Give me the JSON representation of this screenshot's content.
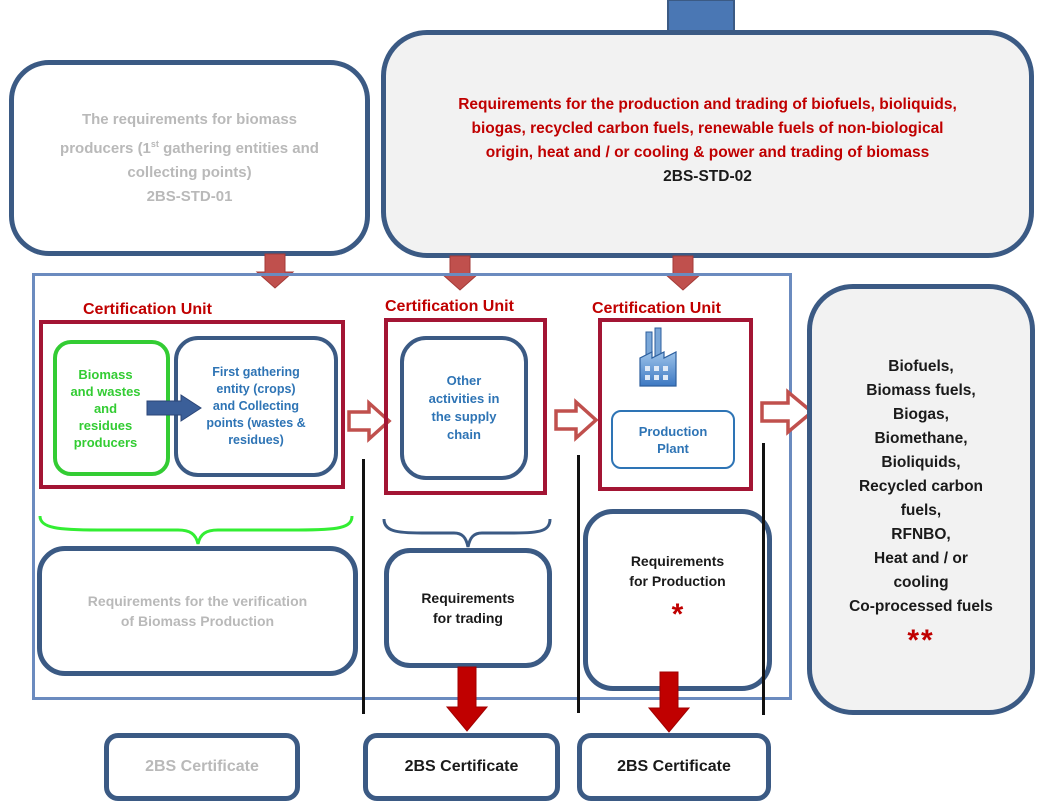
{
  "std01": {
    "line1": "The requirements for biomass",
    "line2a": "producers (1",
    "line2sup": "st",
    "line2b": " gathering entities and",
    "line3": "collecting points)",
    "code": "2BS-STD-01"
  },
  "std02": {
    "line1": "Requirements for the production and trading of biofuels, bioliquids,",
    "line2": "biogas, recycled carbon fuels, renewable fuels of non-biological",
    "line3": "origin, heat and / or cooling & power and trading of biomass",
    "code": "2BS-STD-02"
  },
  "units": {
    "label": "Certification Unit"
  },
  "unit1": {
    "producers_lines": [
      "Biomass",
      "and wastes",
      "and",
      "residues",
      "producers"
    ],
    "gathering_lines": [
      "First gathering",
      "entity (crops)",
      "and Collecting",
      "points (wastes &",
      "residues)"
    ]
  },
  "unit2": {
    "lines": [
      "Other",
      "activities in",
      "the supply",
      "chain"
    ]
  },
  "unit3": {
    "lines": [
      "Production",
      "Plant"
    ]
  },
  "requirements": {
    "biomass_lines": [
      "Requirements for the verification",
      "of Biomass Production"
    ],
    "trading_lines": [
      "Requirements",
      "for trading"
    ],
    "production_lines": [
      "Requirements",
      "for Production"
    ],
    "production_mark": "*"
  },
  "outputs": {
    "lines": [
      "Biofuels,",
      "Biomass fuels,",
      "Biogas,",
      "Biomethane,",
      "Bioliquids,",
      "Recycled carbon",
      "fuels,",
      "RFNBO,",
      "Heat and / or",
      "cooling",
      "Co-processed fuels"
    ],
    "mark": "**"
  },
  "certificates": {
    "label": "2BS Certificate"
  },
  "colors": {
    "frame_blue": "#3b5a84",
    "unit_red": "#a31534",
    "arrow_red": "#c0504d",
    "text_red": "#c00000",
    "green": "#33cc33",
    "blue_text": "#2e74b5",
    "gray_text": "#b9b9b9"
  }
}
